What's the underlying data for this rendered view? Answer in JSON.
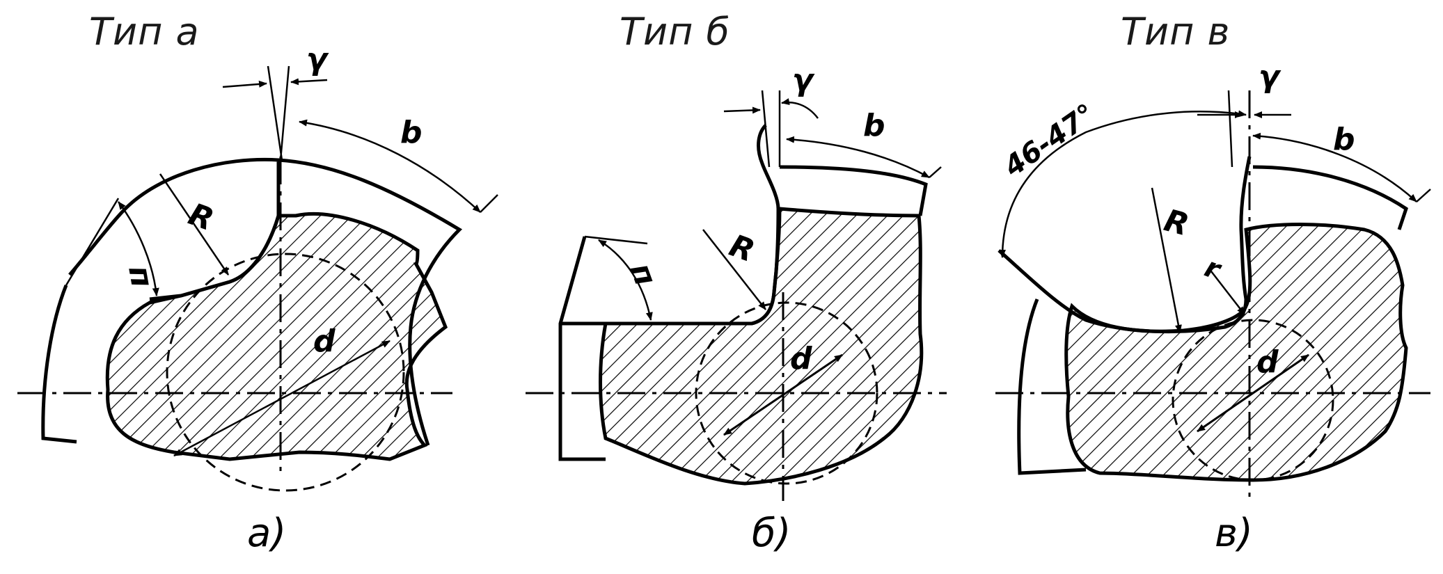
{
  "titles": {
    "a": "Тип а",
    "b": "Тип б",
    "v": "Тип в"
  },
  "figure_labels": {
    "a": "а)",
    "b": "б)",
    "v": "в)"
  },
  "dimensions": {
    "gamma": "γ",
    "b": "b",
    "R": "R",
    "n": "п",
    "d": "d",
    "r": "r",
    "angle_v": "46-47°"
  }
}
